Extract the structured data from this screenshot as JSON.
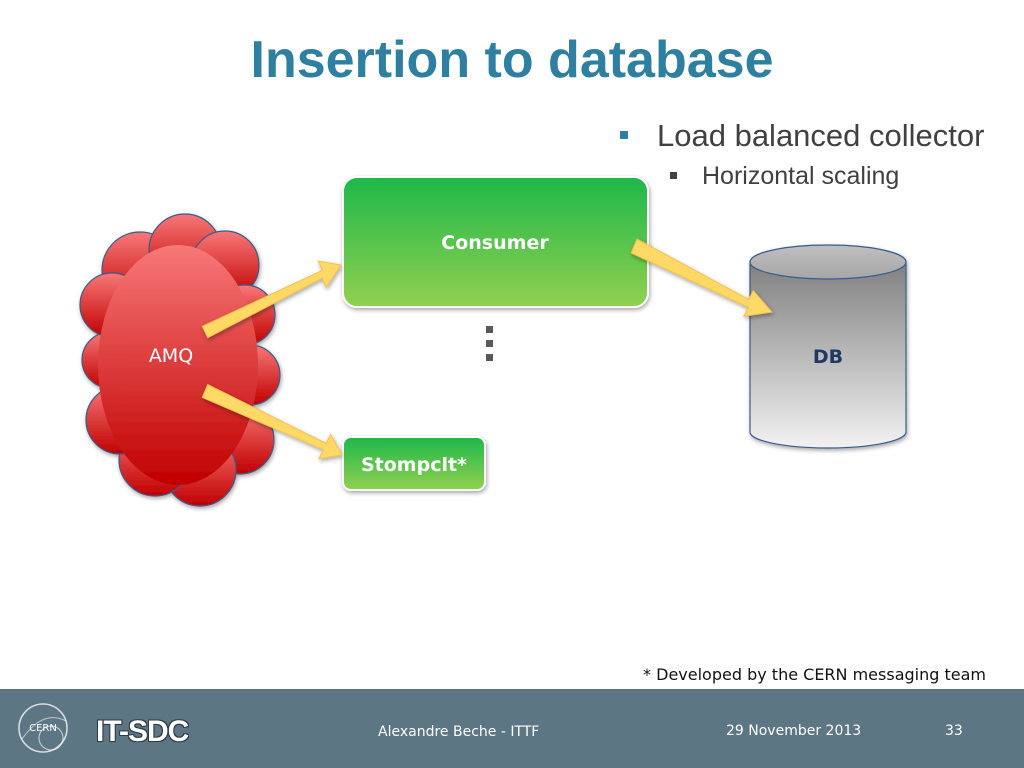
{
  "slide": {
    "title": "Insertion to database",
    "bullets": {
      "level1": "Load balanced collector",
      "level2": "Horizontal scaling"
    },
    "diagram": {
      "amq_label": "AMQ",
      "consumer_label": "Consumer",
      "stompclt_label": "Stompclt*",
      "db_label": "DB",
      "ellipsis": "⋮"
    },
    "footnote": "* Developed by the CERN messaging team"
  },
  "footer": {
    "logo_text": "CERN",
    "brand": "IT-SDC",
    "author": "Alexandre Beche - ITTF",
    "date": "29 November 2013",
    "page_number": "33"
  },
  "colors": {
    "title": "#2e7fa0",
    "footer_bg": "#5c7684",
    "cloud_top": "#f87878",
    "cloud_bottom": "#c00000",
    "consumer_top": "#1db84a",
    "consumer_bottom": "#92d050",
    "arrow": "#ffd966",
    "db_label": "#1f3864"
  }
}
